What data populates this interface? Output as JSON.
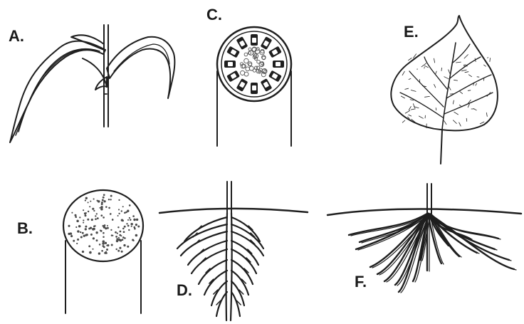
{
  "panels": [
    {
      "id": "a",
      "label": "A."
    },
    {
      "id": "b",
      "label": "B."
    },
    {
      "id": "c",
      "label": "C."
    },
    {
      "id": "d",
      "label": "D."
    },
    {
      "id": "e",
      "label": "E."
    },
    {
      "id": "f",
      "label": "F."
    }
  ],
  "colors": {
    "ink": "#1e1e1e",
    "background": "#ffffff"
  }
}
